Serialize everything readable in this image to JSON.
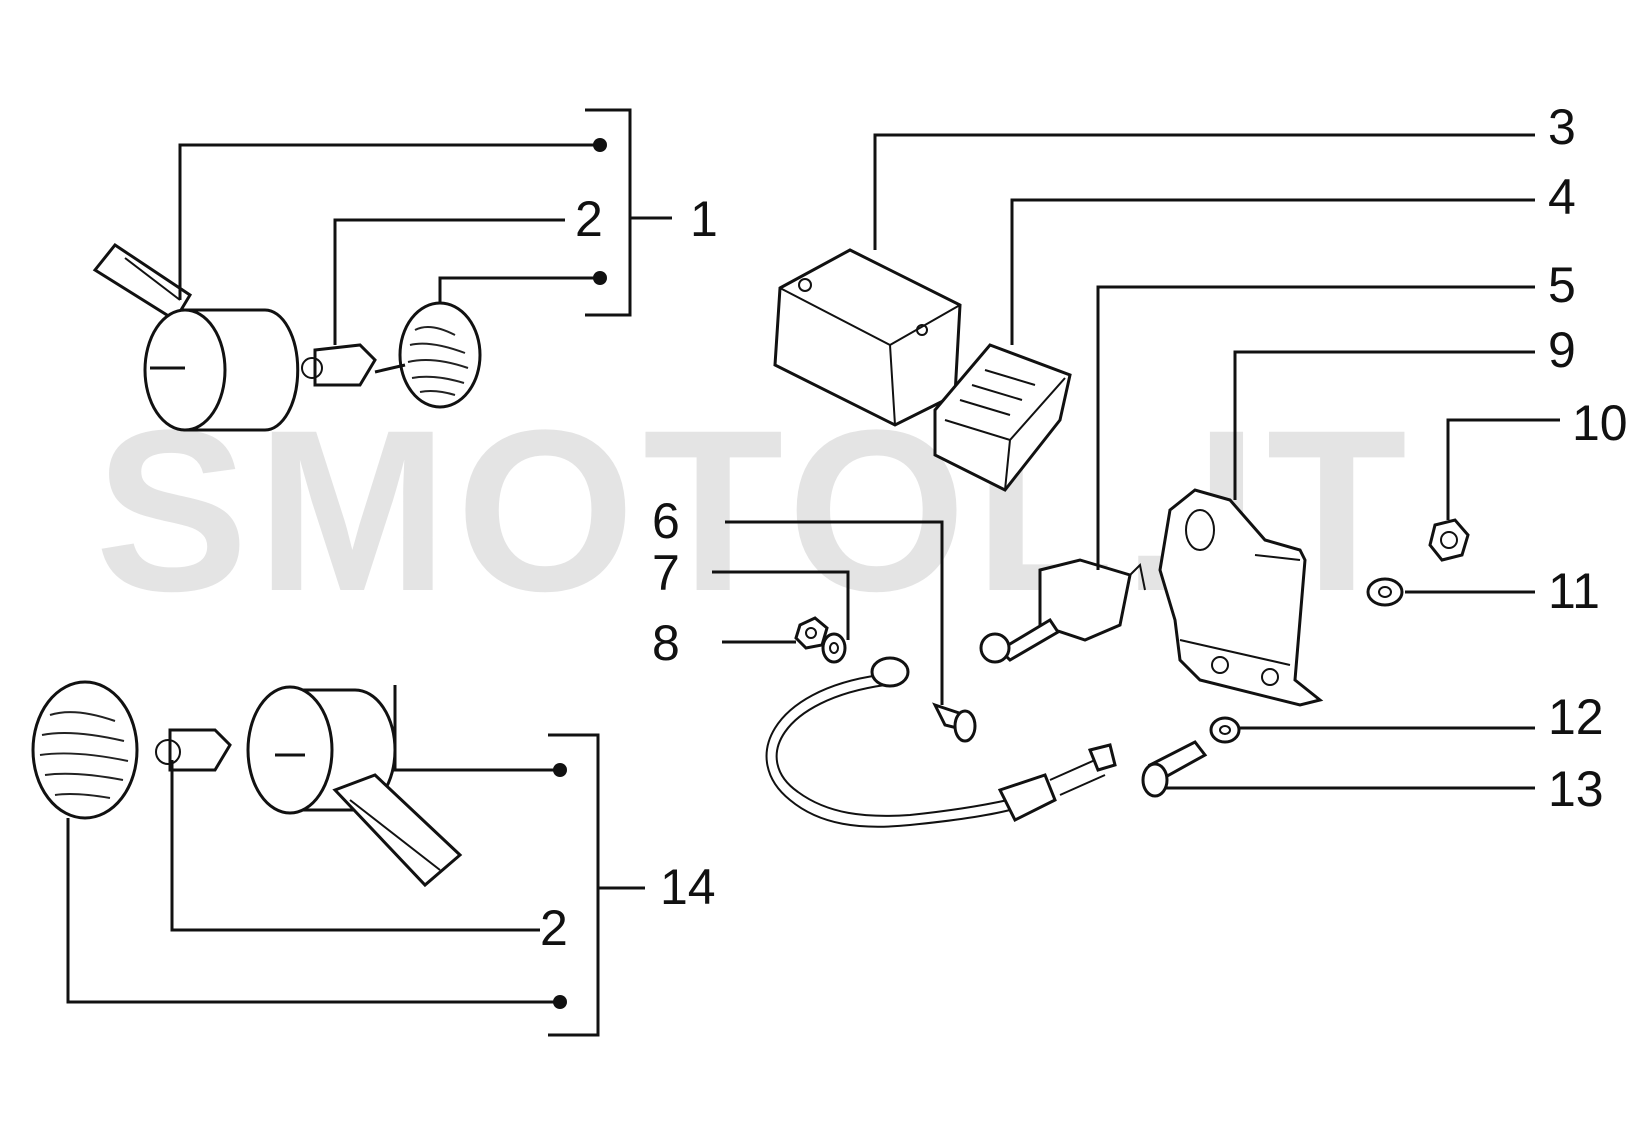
{
  "watermark": "SMOTOL.IT",
  "callouts": {
    "c1": "1",
    "c2_top": "2",
    "c3": "3",
    "c4": "4",
    "c5": "5",
    "c6": "6",
    "c7": "7",
    "c8": "8",
    "c9": "9",
    "c10": "10",
    "c11": "11",
    "c12": "12",
    "c13": "13",
    "c14": "14",
    "c2_bottom": "2"
  }
}
